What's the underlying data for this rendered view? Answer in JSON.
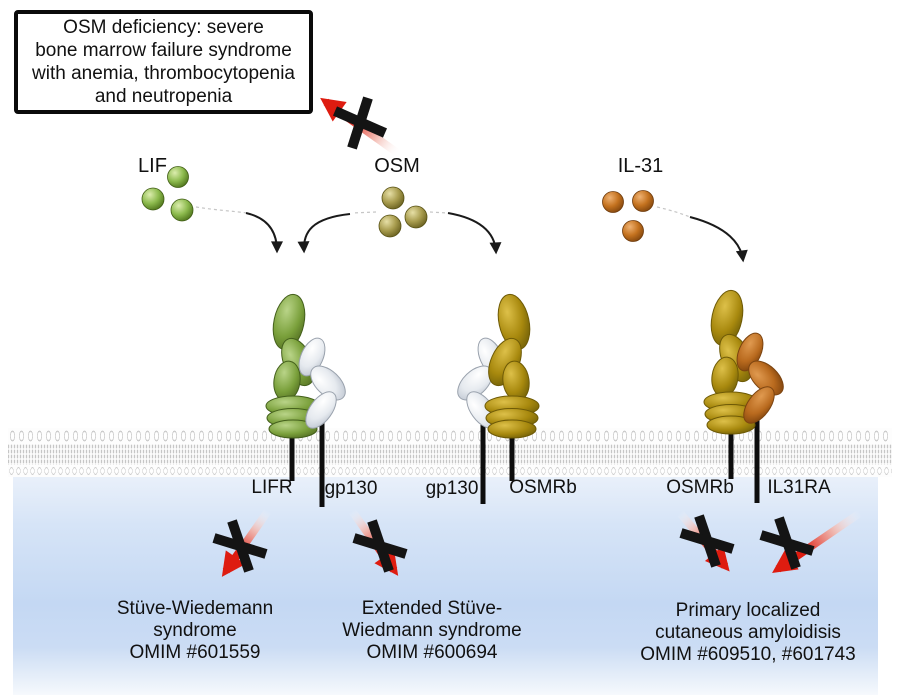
{
  "deficiency_box": {
    "lines": [
      "OSM deficiency: severe",
      "bone marrow failure syndrome",
      "with anemia, thrombocytopenia",
      "and neutropenia"
    ]
  },
  "cytokines": {
    "lif": "LIF",
    "osm": "OSM",
    "il31": "IL-31"
  },
  "receptor_labels": {
    "lifr": "LIFR",
    "gp130_left_complex": "gp130",
    "gp130_middle_complex": "gp130",
    "osmrb_middle_complex": "OSMRb",
    "osmrb_right_complex": "OSMRb",
    "il31ra": "IL31RA"
  },
  "syndromes": {
    "sws": {
      "lines": [
        "Stüve-Wiedemann",
        "syndrome",
        "OMIM #601559"
      ]
    },
    "esws": {
      "lines": [
        "Extended Stüve-",
        "Wiedmann syndrome",
        "OMIM #600694"
      ]
    },
    "plca": {
      "lines": [
        "Primary localized",
        "cutaneous amyloidisis",
        "OMIM #609510, #601743"
      ]
    }
  },
  "icons": {
    "blocked_cross": "x-mark-icon",
    "red_blocked_arrow": "red-arrow-icon",
    "black_curved_arrow": "curved-arrow-icon"
  },
  "colors": {
    "lif_green": "#7aa03b",
    "osm_olive": "#a89c4e",
    "il31_orange": "#b96a1e",
    "gp130_white": "#e6eaef",
    "osmrb_gold": "#a8890e",
    "red_arrow": "#de1c10",
    "stalk_black": "#0d0d0d",
    "cytoplasm_blue": "#c4d8f3",
    "membrane_gray": "#c6c6c6",
    "box_border": "#0a0a0a"
  }
}
